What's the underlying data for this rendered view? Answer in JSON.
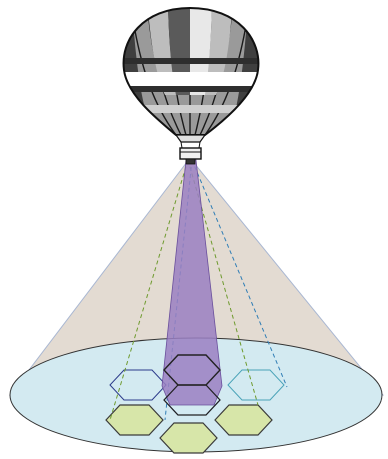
{
  "figure": {
    "subject": "hot-air-balloon",
    "elements": [
      "balloon-envelope",
      "gondola",
      "coverage-cone",
      "ground-footprint-ellipse",
      "hexagon-cells",
      "narrow-beam",
      "dashed-beams"
    ]
  },
  "colors": {
    "cone_fill": "#e3dbd2",
    "cone_stroke": "#a9b7d2",
    "ellipse_fill": "#d3eaf1",
    "ellipse_stroke": "#333333",
    "beam_fill": "#9a7fc2",
    "beam_stroke": "#6a4f9c",
    "hex_green_fill": "#d7e6a9",
    "hex_green_stroke": "#3a3a3a",
    "hex_outline_stroke": "#2b3a8a",
    "hex_cyan_stroke": "#4aa3b8",
    "dash_green": "#6e9a2e",
    "dash_blue": "#2f7db5",
    "balloon_dark": "#3f3f3f",
    "balloon_mid": "#9a9a9a",
    "balloon_light": "#ffffff"
  }
}
